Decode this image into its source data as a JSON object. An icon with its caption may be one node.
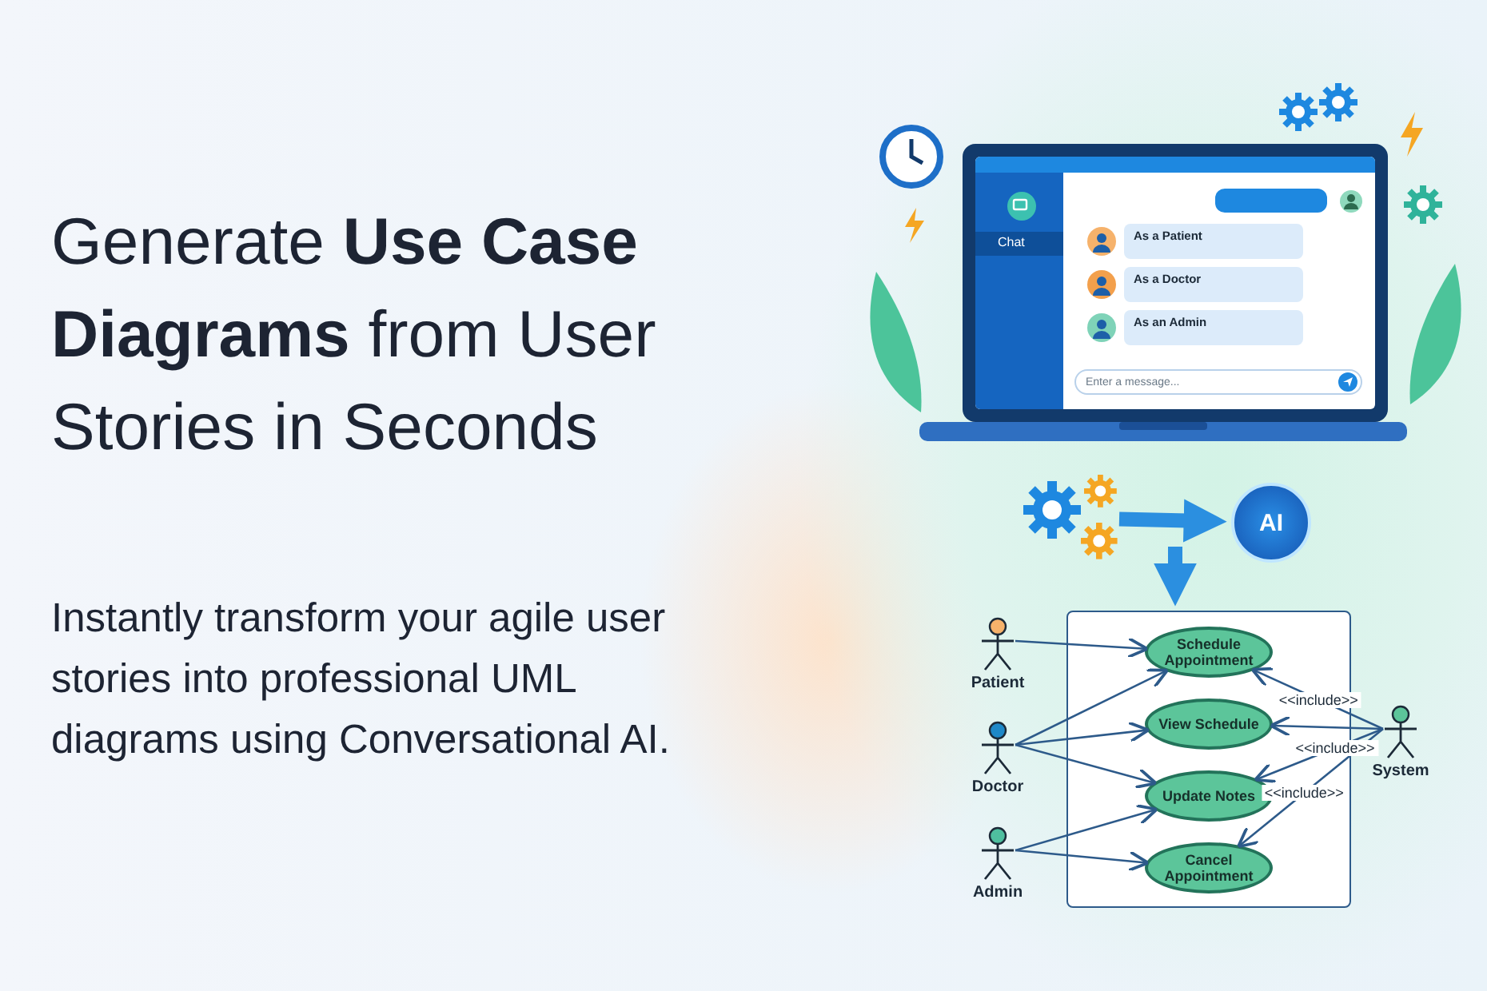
{
  "diagram": {
    "title": "Generate **Use Case Diagrams** from User Stories in Seconds",
    "nodes": [
      {
        "text": [],
        "shape": "box"
      },
      {
        "text": [
          "Schedule Appointment"
        ],
        "in": 0
      },
      {
        "text": [
          "View Schedule"
        ],
        "in": 0
      },
      {
        "text": [
          "Update Notes"
        ],
        "in": 0
      },
      {
        "text": [
          "Cancel Appointment"
        ],
        "in": 0
      },
      {
        "text": [
          "Patient"
        ]
      },
      {
        "text": [
          "Doctor"
        ]
      },
      {
        "text": [
          "Admin"
        ]
      },
      {
        "text": [
          "System"
        ]
      },
      {
        "text": [],
        "shape": "picture"
      },
      {
        "text": [
          "AI"
        ]
      }
    ],
    "edges": [
      {
        "from": 5,
        "to": 1,
        "arrow": "to"
      },
      {
        "from": 6,
        "to": 1,
        "arrow": "to"
      },
      {
        "from": 6,
        "to": 2,
        "arrow": "to"
      },
      {
        "from": 6,
        "to": 3,
        "arrow": "to"
      },
      {
        "from": 7,
        "to": 3,
        "arrow": "to"
      },
      {
        "from": 7,
        "to": 4,
        "arrow": "to"
      },
      {
        "from": 8,
        "to": 1,
        "arrow": "to",
        "label": "<<include>>"
      },
      {
        "from": 8,
        "to": 2,
        "arrow": "to"
      },
      {
        "from": 8,
        "to": 3,
        "arrow": "to",
        "label": "<<include>>"
      },
      {
        "from": 8,
        "to": 4,
        "arrow": "to",
        "label": "<<include>>"
      },
      {
        "from": 9,
        "to": 10,
        "arrow": "to",
        "style": "thick",
        "color": "#2b8fe0"
      },
      {
        "from": null,
        "to": 0,
        "arrow": "to",
        "style": "thick",
        "color": "#2b8fe0"
      }
    ],
    "labels": [
      "Instantly transform your agile user stories into professional UML diagrams using Conversational AI.",
      "Chat",
      "As a Patient",
      "As a Doctor",
      "As an Admin",
      "Enter a message..."
    ]
  }
}
